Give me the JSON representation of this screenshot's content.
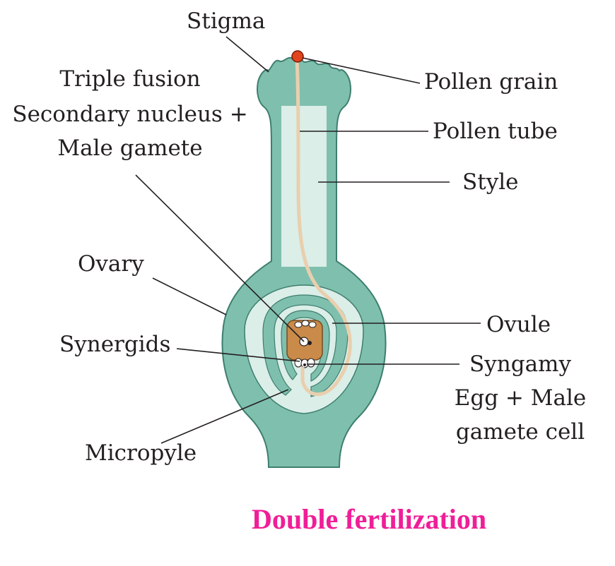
{
  "labels": {
    "stigma": "Stigma",
    "pollen_grain": "Pollen grain",
    "pollen_tube": "Pollen tube",
    "style": "Style",
    "triple_fusion": [
      "Triple fusion",
      "Secondary nucleus +",
      "Male gamete"
    ],
    "ovary": "Ovary",
    "ovule": "Ovule",
    "synergids": "Synergids",
    "syngamy": [
      "Syngamy",
      "Egg + Male",
      "gamete cell"
    ],
    "micropyle": "Micropyle"
  },
  "caption": "Double fertilization",
  "colors": {
    "pistil_fill": "#7fbfae",
    "pistil_light": "#dbeee8",
    "pistil_outline": "#3e7e6e",
    "pollen_tube": "#e9cfae",
    "pollen_grain": "#e0451f",
    "embryo_sac": "#c98a4a",
    "caption": "#ef1e98",
    "text": "#231f20"
  }
}
